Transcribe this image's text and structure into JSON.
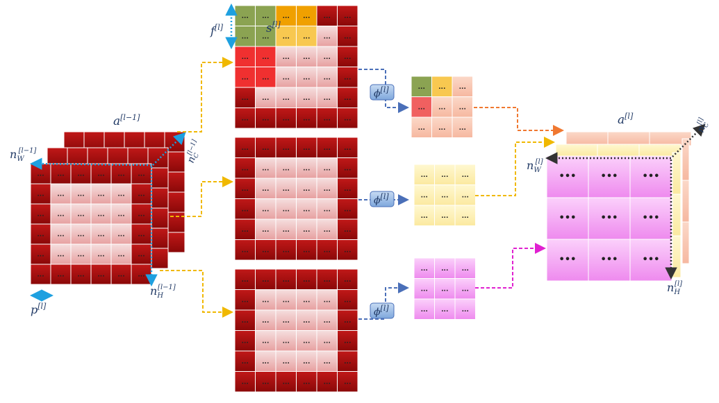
{
  "labels": {
    "a_prev": "a",
    "a_prev_sup": "[l−1]",
    "nW_prev": "n",
    "nW_prev_sub": "W",
    "nW_prev_sup": "[l−1]",
    "nC_prev": "n",
    "nC_prev_sub": "C",
    "nC_prev_sup": "[l−1]",
    "nH_prev": "n",
    "nH_prev_sub": "H",
    "nH_prev_sup": "[l−1]",
    "p": "p",
    "p_sup": "[l]",
    "f": "f",
    "f_sup": "[l]",
    "s": "s",
    "s_sup": "[l]",
    "phi": "ϕ",
    "phi_sup": "[l]",
    "a_out": "a",
    "a_out_sup": "[l]",
    "nW_out": "n",
    "nW_out_sub": "W",
    "nW_out_sup": "[l]",
    "nC_out": "n",
    "nC_out_sub": "C",
    "nC_out_sup": "[l]",
    "nH_out": "n",
    "nH_out_sub": "H",
    "nH_out_sup": "[l]"
  },
  "cell_text": "...",
  "out_cell_text": "•••",
  "colors": {
    "border_cell": "#a50d0d",
    "inner_cell_top": "#f3d6d6",
    "inner_cell_bottom": "#e8a5a5",
    "label": "#1f3864",
    "arrow_blue": "#1ea0e0",
    "arrow_yellow": "#f0b800",
    "arrow_orange": "#f07830",
    "arrow_magenta": "#e020d0",
    "arrow_steel": "#4a6fb8",
    "filter_green": "#8ba352",
    "filter_orange": "#f0a000",
    "filter_yellow": "#f8c850",
    "filter_red": "#f03030",
    "out_peach": "#f8c0a8",
    "out_yellow": "#fdf0b0",
    "out_magenta": "#f0a0f0",
    "phi_box": "#8fb4e3"
  }
}
